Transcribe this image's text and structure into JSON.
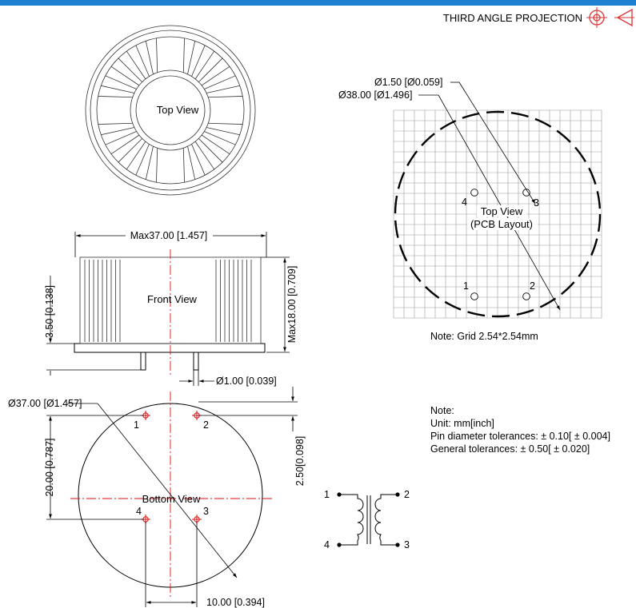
{
  "colors": {
    "header_bar": "#1f7fd1",
    "centerline": "#dd1111"
  },
  "header": {
    "projection_label": "THIRD ANGLE PROJECTION"
  },
  "top_view": {
    "label": "Top View"
  },
  "front_view": {
    "label": "Front View",
    "width_dim": "Max37.00 [1.457]",
    "height_dim": "Max18.00 [0.709]",
    "base_dim": "3.50 [0.138]",
    "pin_dia_dim": "Ø1.00 [0.039]"
  },
  "bottom_view": {
    "label": "Bottom View",
    "dia_dim": "Ø37.00 [Ø1.457]",
    "vert_dim": "20.00 [0.787]",
    "offset_dim": "2.50[0.098]",
    "horiz_dim": "10.00 [0.394]",
    "pins": [
      "1",
      "2",
      "3",
      "4"
    ]
  },
  "pcb_layout": {
    "hole_dim": "Ø1.50 [Ø0.059]",
    "outline_dim": "Ø38.00 [Ø1.496]",
    "label_line1": "Top View",
    "label_line2": "(PCB Layout)",
    "pins": [
      "1",
      "2",
      "3",
      "4"
    ],
    "grid_note": "Note: Grid 2.54*2.54mm"
  },
  "notes": {
    "title": "Note:",
    "lines": [
      "Unit: mm[inch]",
      "Pin diameter tolerances:  ± 0.10[ ± 0.004]",
      "General tolerances:  ± 0.50[ ± 0.020]"
    ]
  },
  "schematic": {
    "pins": [
      "1",
      "2",
      "4",
      "3"
    ]
  }
}
